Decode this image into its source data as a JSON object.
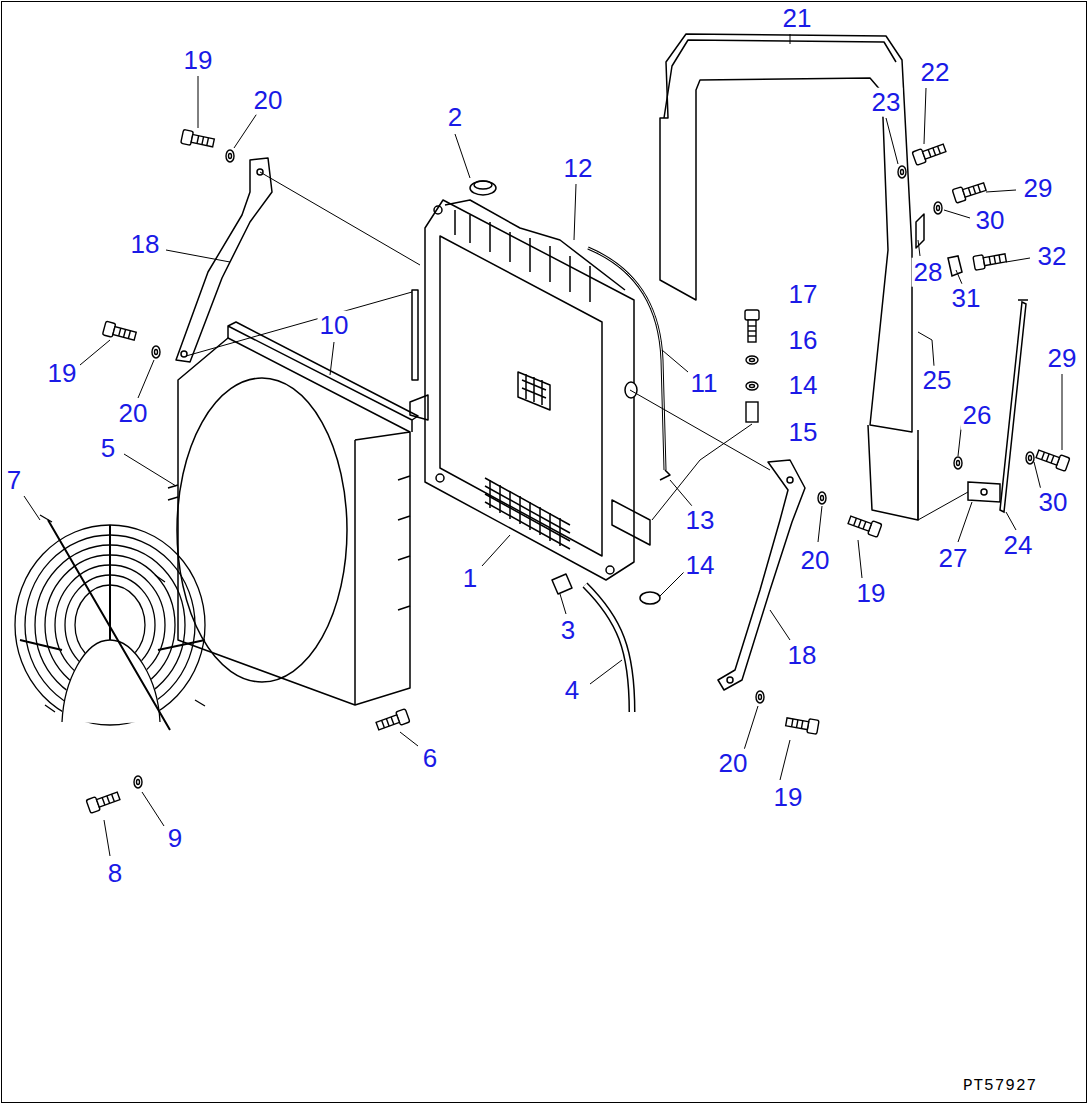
{
  "diagram": {
    "labels": [
      "19",
      "20",
      "21",
      "22",
      "23",
      "2",
      "12",
      "29",
      "30",
      "18",
      "28",
      "32",
      "31",
      "17",
      "10",
      "16",
      "19",
      "11",
      "14",
      "25",
      "29",
      "20",
      "15",
      "5",
      "26",
      "7",
      "13",
      "20",
      "30",
      "1",
      "14",
      "27",
      "24",
      "19",
      "3",
      "18",
      "4",
      "6",
      "20",
      "19",
      "9",
      "8",
      "PT57927"
    ]
  }
}
